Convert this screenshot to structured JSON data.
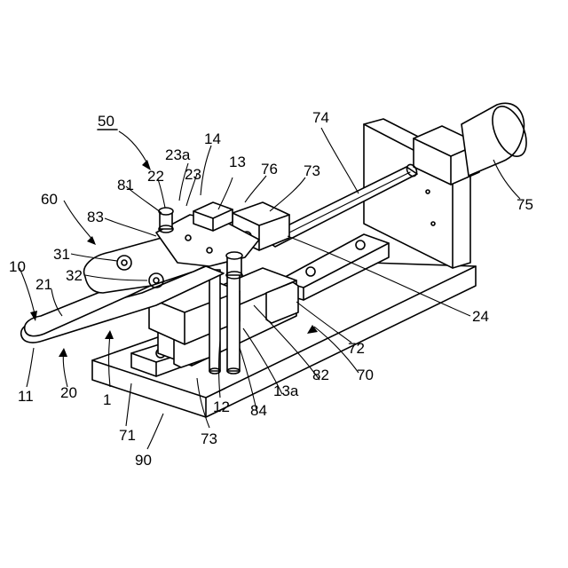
{
  "labels": {
    "l50": "50",
    "l74": "74",
    "l14": "14",
    "l23a": "23a",
    "l13": "13",
    "l76": "76",
    "l73_top": "73",
    "l81": "81",
    "l22": "22",
    "l23": "23",
    "l60": "60",
    "l75": "75",
    "l83": "83",
    "l31": "31",
    "l10": "10",
    "l32": "32",
    "l21": "21",
    "l24": "24",
    "l72": "72",
    "l11": "11",
    "l20": "20",
    "l1": "1",
    "l82": "82",
    "l70": "70",
    "l13a": "13a",
    "l12": "12",
    "l84": "84",
    "l71": "71",
    "l73_bottom": "73",
    "l90": "90"
  }
}
